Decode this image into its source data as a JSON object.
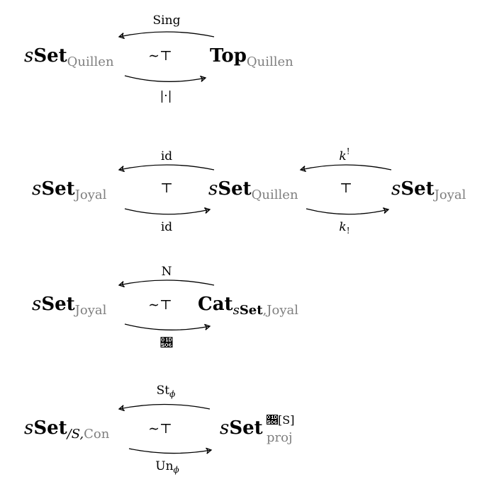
{
  "diagrams": [
    {
      "left": {
        "prefix": "s",
        "main": "Set",
        "sub": "Quillen"
      },
      "right": {
        "prefix": "",
        "main": "Top",
        "sub": "Quillen"
      },
      "top_label": "Sing",
      "bottom_label": "|·|",
      "relation": "∼⊤"
    },
    {
      "left": {
        "prefix": "s",
        "main": "Set",
        "sub": "Joyal"
      },
      "right": {
        "prefix": "s",
        "main": "Set",
        "sub": "Quillen"
      },
      "top_label": "id",
      "bottom_label": "id",
      "relation": "⊤"
    },
    {
      "left": {
        "prefix": "s",
        "main": "Set",
        "sub": "Quillen"
      },
      "right": {
        "prefix": "s",
        "main": "Set",
        "sub": "Joyal"
      },
      "top_label_base": "k",
      "top_label_sup": "!",
      "bottom_label_base": "k",
      "bottom_label_sub": "!",
      "relation": "⊤"
    },
    {
      "left": {
        "prefix": "s",
        "main": "Set",
        "sub": "Joyal"
      },
      "right": {
        "main": "Cat",
        "sub_prefix": "s",
        "sub_main": "Set",
        "sub_rest": ",Joyal"
      },
      "top_label": "N",
      "bottom_label": "𝔆",
      "relation": "∼⊤"
    },
    {
      "left": {
        "prefix": "s",
        "main": "Set",
        "sub_a": "/S,",
        "sub_b": "Con"
      },
      "right": {
        "prefix": "s",
        "main": "Set",
        "sup": "𝔆[S]",
        "sub": "proj"
      },
      "top_label_base": "St",
      "top_label_sub": "ϕ",
      "bottom_label_base": "Un",
      "bottom_label_sub": "ϕ",
      "relation": "∼⊤"
    }
  ]
}
